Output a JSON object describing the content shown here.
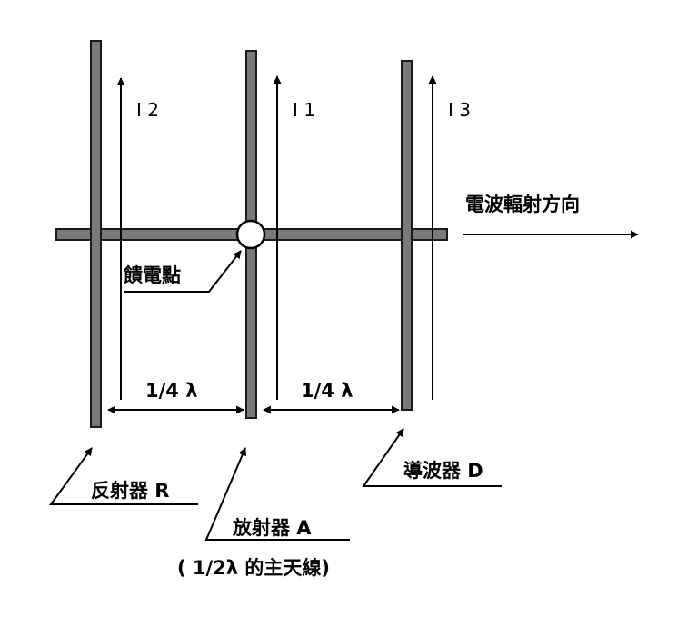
{
  "diagram": {
    "current_labels": {
      "i2": "I 2",
      "i1": "I 1",
      "i3": "I 3"
    },
    "radiation_direction": "電波輻射方向",
    "feed_point": "饋電點",
    "spacing_left": "1/4 λ",
    "spacing_right": "1/4 λ",
    "reflector": "反射器 R",
    "driven_element": "放射器 A",
    "driven_note": "( 1/2λ 的主天線)",
    "director": "導波器 D"
  },
  "colors": {
    "element_fill": "#7a7a7a",
    "stroke": "#1a1a1a",
    "background": "#ffffff"
  }
}
